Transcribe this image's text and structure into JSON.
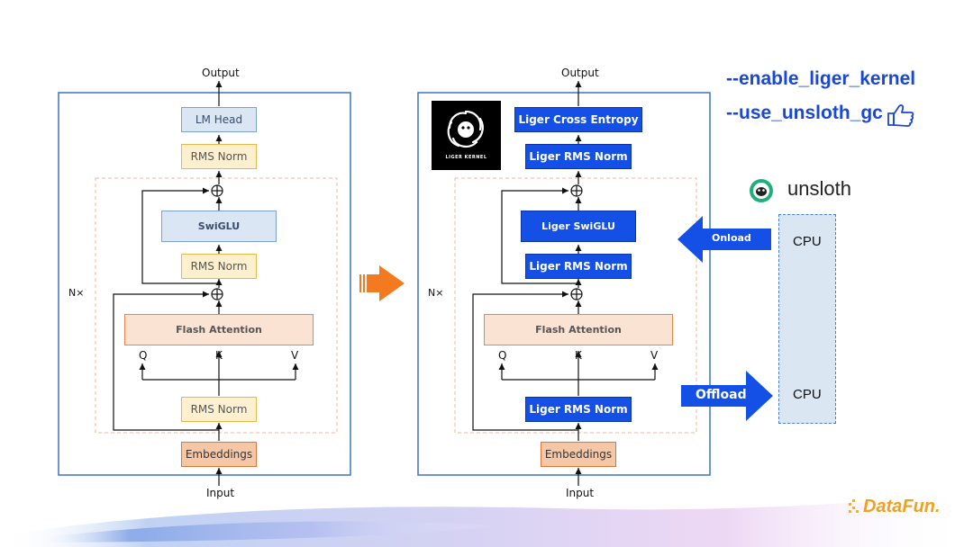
{
  "left": {
    "output_label": "Output",
    "input_label": "Input",
    "n_label": "N×",
    "lm_head": "LM Head",
    "rms_norm_top": "RMS Norm",
    "swiglu": "SwiGLU",
    "rms_norm_mid": "RMS Norm",
    "flash_attention": "Flash Attention",
    "q": "Q",
    "k": "K",
    "v": "V",
    "rms_norm_bottom": "RMS Norm",
    "embeddings": "Embeddings"
  },
  "right": {
    "output_label": "Output",
    "input_label": "Input",
    "n_label": "N×",
    "logo_text": "LIGER KERNEL",
    "cross_entropy": "Liger Cross Entropy",
    "rms_norm_top": "Liger RMS Norm",
    "swiglu": "Liger SwiGLU",
    "rms_norm_mid": "Liger RMS Norm",
    "flash_attention": "Flash Attention",
    "q": "Q",
    "k": "K",
    "v": "V",
    "rms_norm_bottom": "Liger RMS Norm",
    "embeddings": "Embeddings"
  },
  "flags": {
    "liger": "--enable_liger_kernel",
    "unsloth": "--use_unsloth_gc"
  },
  "unsloth_brand": "unsloth",
  "onload_label": "Onload",
  "offload_label": "Offload",
  "cpu_top": "CPU",
  "cpu_bottom": "CPU",
  "brand": "DataFun.",
  "colors": {
    "liger_blue": "#1450e6",
    "orange_arrow": "#f47a20",
    "flag_text": "#1a47d6",
    "frame_blue": "#3d72c8"
  }
}
